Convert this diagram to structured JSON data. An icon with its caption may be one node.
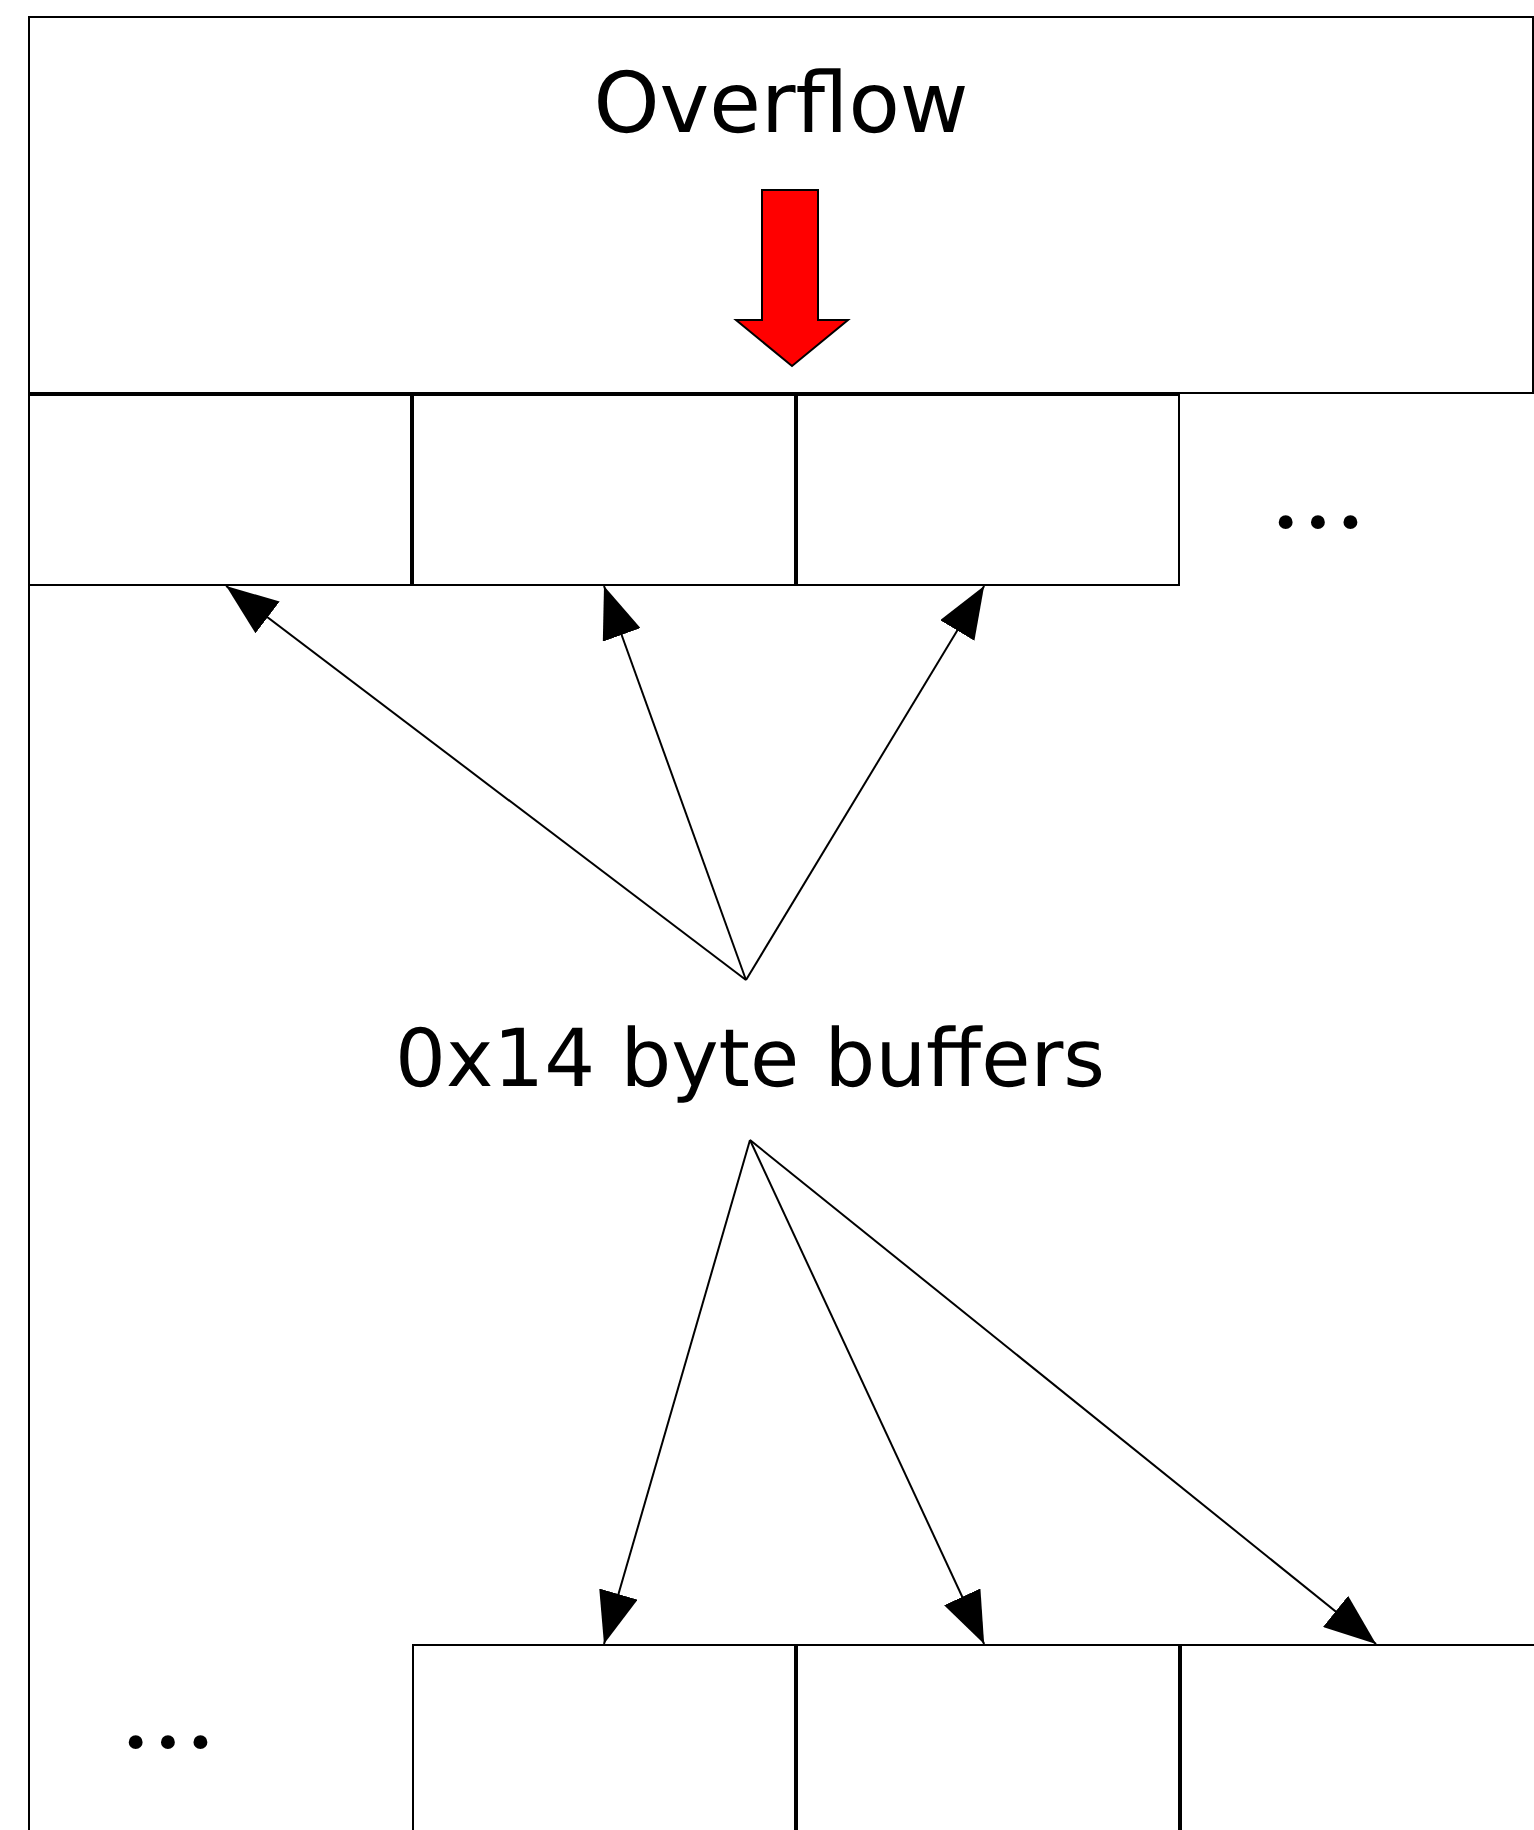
{
  "diagram": {
    "nodes": [
      {
        "text": [
          "Overflow"
        ]
      },
      {
        "text": [],
        "shape": "box"
      },
      {
        "text": [],
        "shape": "box"
      },
      {
        "text": [],
        "shape": "box"
      },
      {
        "text": [
          "0x14 byte buffers"
        ]
      },
      {
        "text": [],
        "shape": "box"
      },
      {
        "text": [],
        "shape": "box"
      },
      {
        "text": [],
        "shape": "box"
      }
    ],
    "edges": [
      {
        "from": 4,
        "to": 1,
        "arrow": "to"
      },
      {
        "from": 4,
        "to": 2,
        "arrow": "to"
      },
      {
        "from": 4,
        "to": 3,
        "arrow": "to"
      },
      {
        "from": 4,
        "to": 5,
        "arrow": "to"
      },
      {
        "from": 4,
        "to": 6,
        "arrow": "to"
      },
      {
        "from": 4,
        "to": 7,
        "arrow": "to"
      }
    ],
    "labels": [
      "•••",
      "•••"
    ]
  }
}
